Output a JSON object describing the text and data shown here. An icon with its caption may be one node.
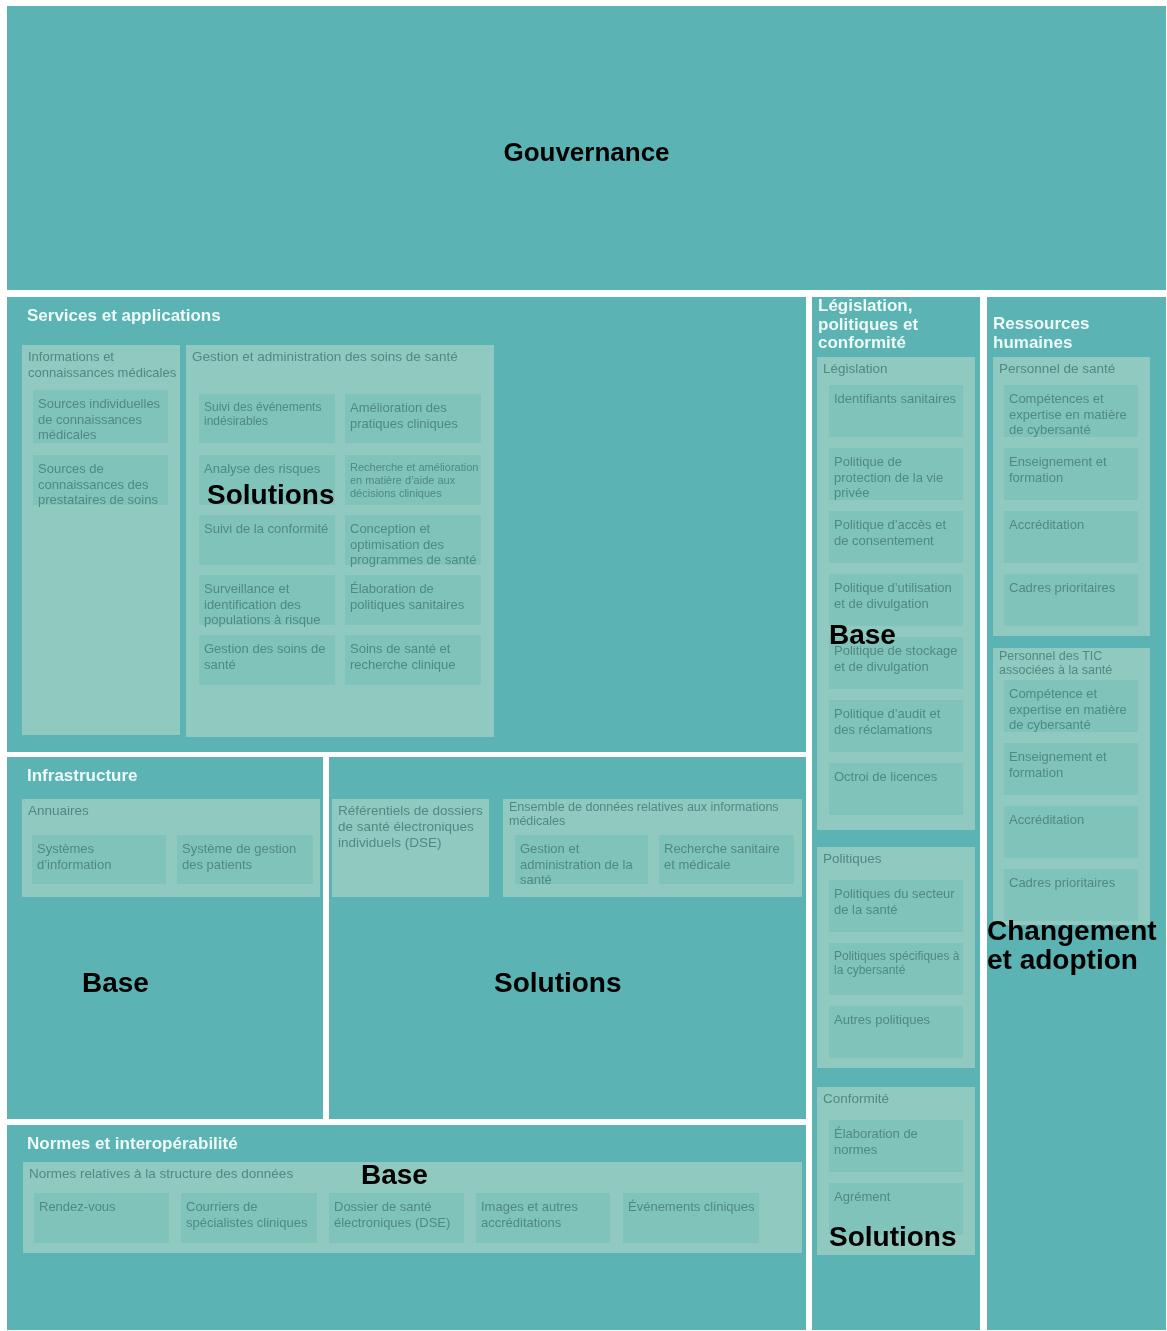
{
  "diagram": {
    "nodes": [
      {
        "text": [
          "Gouvernance"
        ]
      },
      {
        "text": [
          "Services et applications"
        ]
      },
      {
        "text": [
          "Informations et connaissances médicales"
        ],
        "in": 1
      },
      {
        "text": [
          "Sources individuelles de connaissances médicales"
        ],
        "in": 2
      },
      {
        "text": [
          "Sources de connaissances des prestataires de soins"
        ],
        "in": 2
      },
      {
        "text": [
          "Gestion et administration des soins de santé"
        ],
        "in": 1
      },
      {
        "text": [
          "Suivi des événements indésirables"
        ],
        "in": 5
      },
      {
        "text": [
          "Amélioration des pratiques cliniques"
        ],
        "in": 5
      },
      {
        "text": [
          "Analyse des risques"
        ],
        "in": 5
      },
      {
        "text": [
          "Recherche et amélioration en matière d’aide aux décisions cliniques"
        ],
        "in": 5
      },
      {
        "text": [
          "Suivi de la conformité"
        ],
        "in": 5
      },
      {
        "text": [
          "Conception et optimisation des programmes de santé"
        ],
        "in": 5
      },
      {
        "text": [
          "Surveillance et identification des populations à risque"
        ],
        "in": 5
      },
      {
        "text": [
          "Élaboration de politiques sanitaires"
        ],
        "in": 5
      },
      {
        "text": [
          "Gestion des soins de santé"
        ],
        "in": 5
      },
      {
        "text": [
          "Soins de santé et recherche clinique"
        ],
        "in": 5
      },
      {
        "text": [
          "Législation, politiques et conformité"
        ]
      },
      {
        "text": [
          "Législation"
        ],
        "in": 16
      },
      {
        "text": [
          "Identifiants sanitaires"
        ],
        "in": 17
      },
      {
        "text": [
          "Politique de protection de la vie privée"
        ],
        "in": 17
      },
      {
        "text": [
          "Politique d’accès et de consentement"
        ],
        "in": 17
      },
      {
        "text": [
          "Politique d’utilisation et de divulgation"
        ],
        "in": 17
      },
      {
        "text": [
          "Politique de stockage et de divulgation"
        ],
        "in": 17
      },
      {
        "text": [
          "Politique d’audit et des réclamations"
        ],
        "in": 17
      },
      {
        "text": [
          "Octroi de licences"
        ],
        "in": 17
      },
      {
        "text": [
          "Politiques"
        ],
        "in": 16
      },
      {
        "text": [
          "Politiques du secteur de la santé"
        ],
        "in": 25
      },
      {
        "text": [
          "Politiques spécifiques à la cybersanté"
        ],
        "in": 25
      },
      {
        "text": [
          "Autres politiques"
        ],
        "in": 25
      },
      {
        "text": [
          "Conformité"
        ],
        "in": 16
      },
      {
        "text": [
          "Élaboration de normes"
        ],
        "in": 29
      },
      {
        "text": [
          "Agrément"
        ],
        "in": 29
      },
      {
        "text": [
          "Ressources humaines"
        ]
      },
      {
        "text": [
          "Personnel de santé"
        ],
        "in": 32
      },
      {
        "text": [
          "Compétences et expertise en matière de cybersanté"
        ],
        "in": 33
      },
      {
        "text": [
          "Enseignement et formation"
        ],
        "in": 33
      },
      {
        "text": [
          "Accréditation"
        ],
        "in": 33
      },
      {
        "text": [
          "Cadres prioritaires"
        ],
        "in": 33
      },
      {
        "text": [
          "Personnel des TIC associées à la santé"
        ],
        "in": 32
      },
      {
        "text": [
          "Compétence et expertise en matière de cybersanté"
        ],
        "in": 38
      },
      {
        "text": [
          "Enseignement et formation"
        ],
        "in": 38
      },
      {
        "text": [
          "Accréditation"
        ],
        "in": 38
      },
      {
        "text": [
          "Cadres prioritaires"
        ],
        "in": 38
      },
      {
        "text": [
          "Infrastructure"
        ]
      },
      {
        "text": [
          "Annuaires"
        ],
        "in": 43
      },
      {
        "text": [
          "Systèmes d’information"
        ],
        "in": 44
      },
      {
        "text": [
          "Système de gestion des patients"
        ],
        "in": 44
      },
      {
        "text": [],
        "shape": "box"
      },
      {
        "text": [
          "Référentiels de dossiers de santé électroniques individuels (DSE)"
        ],
        "in": 47
      },
      {
        "text": [
          "Ensemble de données relatives aux informations médicales"
        ],
        "in": 47
      },
      {
        "text": [
          "Gestion et administration de la santé"
        ],
        "in": 49
      },
      {
        "text": [
          "Recherche sanitaire et médicale"
        ],
        "in": 49
      },
      {
        "text": [
          "Normes et interopérabilité"
        ]
      },
      {
        "text": [
          "Normes relatives à la structure des données"
        ],
        "in": 52
      },
      {
        "text": [
          "Rendez-vous"
        ],
        "in": 53
      },
      {
        "text": [
          "Courriers de spécialistes cliniques"
        ],
        "in": 53
      },
      {
        "text": [
          "Dossier de santé électroniques (DSE)"
        ],
        "in": 53
      },
      {
        "text": [
          "Images et autres accréditations"
        ],
        "in": 53
      },
      {
        "text": [
          "Événements cliniques"
        ],
        "in": 53
      }
    ],
    "edges": [],
    "labels": [
      "Solutions",
      "Base",
      "Changement et adoption",
      "Base",
      "Solutions",
      "Base",
      "Solutions"
    ]
  }
}
